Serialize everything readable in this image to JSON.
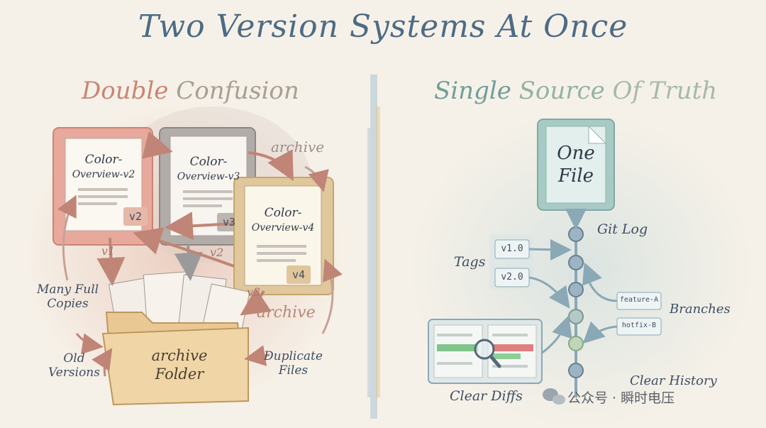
{
  "title": "Two Version Systems At Once",
  "left": {
    "heading_1": "Double",
    "heading_2": "Confusion",
    "docs": [
      {
        "line1": "Color-",
        "line2": "Overview-v2",
        "badge": "v2"
      },
      {
        "line1": "Color-",
        "line2": "Overview-v3",
        "badge": "v3"
      },
      {
        "line1": "Color-",
        "line2": "Overview-v4",
        "badge": "v4"
      }
    ],
    "arrow_labels": {
      "archive_top": "archive",
      "archive_bottom": "archive",
      "v1": "v1",
      "v2": "v2",
      "v3": "v3"
    },
    "folder": {
      "line1": "archive",
      "line2": "Folder"
    },
    "labels": {
      "many_full_copies_1": "Many Full",
      "many_full_copies_2": "Copies",
      "old_versions_1": "Old",
      "old_versions_2": "Versions",
      "duplicate_files_1": "Duplicate",
      "duplicate_files_2": "Files"
    }
  },
  "right": {
    "heading_1": "Single",
    "heading_2": "Source",
    "heading_3": "Of Truth",
    "file": {
      "line1": "One",
      "line2": "File"
    },
    "git_log": "Git Log",
    "tags_label": "Tags",
    "tags": [
      "v1.0",
      "v2.0"
    ],
    "branches_label": "Branches",
    "branches": [
      "feature-A",
      "hotfix-B"
    ],
    "clear_diffs": "Clear Diffs",
    "clear_history": "Clear History"
  },
  "watermark": "公众号 · 瞬时电压",
  "colors": {
    "title": "#4d6b86",
    "left_accent": "#c98574",
    "right_accent": "#6f9e9b"
  }
}
